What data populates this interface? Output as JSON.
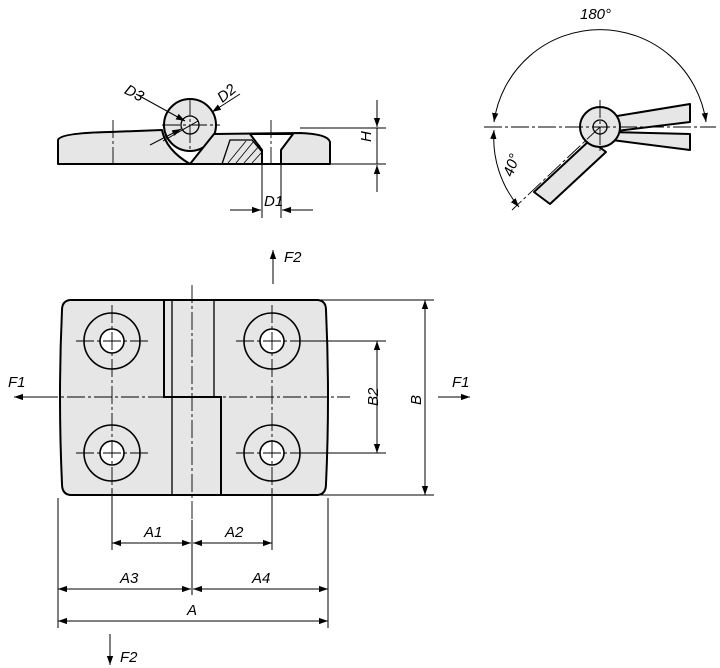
{
  "labels": {
    "d1": "D1",
    "d2": "D2",
    "d3": "D3",
    "h": "H",
    "angle_open": "180°",
    "angle_close": "40°",
    "f1": "F1",
    "f2": "F2",
    "a": "A",
    "a1": "A1",
    "a2": "A2",
    "a3": "A3",
    "a4": "A4",
    "b": "B",
    "b2": "B2"
  }
}
